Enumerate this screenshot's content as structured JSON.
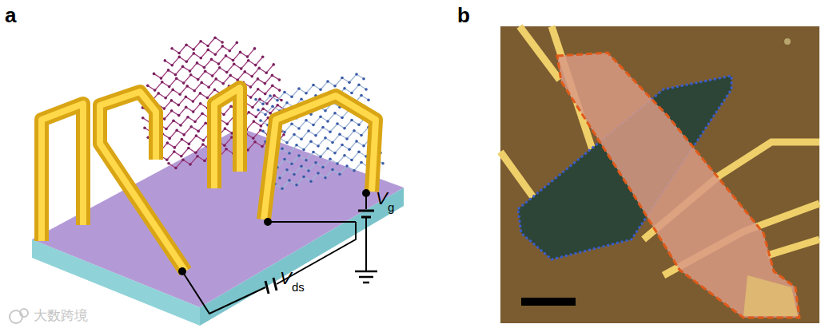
{
  "diagram": {
    "labels": [
      "a",
      "b",
      "V",
      "g",
      "V",
      "ds",
      "大数跨境"
    ]
  }
}
